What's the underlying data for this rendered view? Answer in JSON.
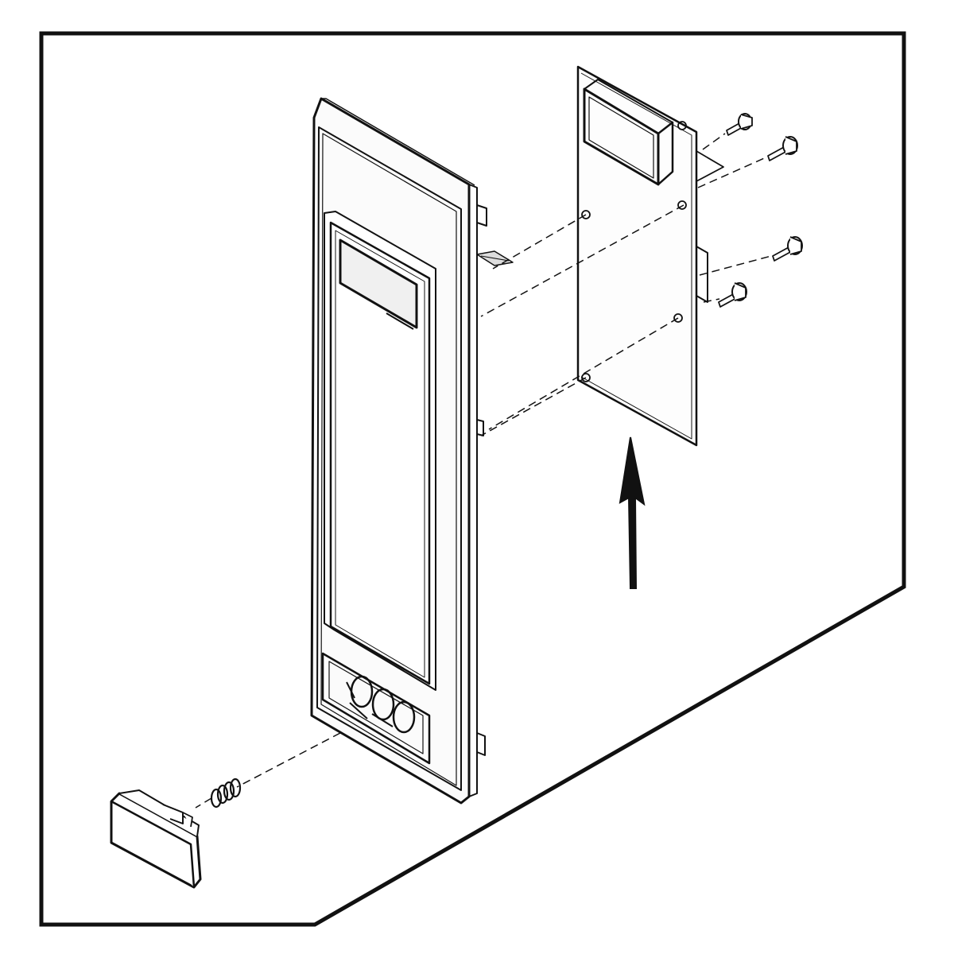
{
  "diagram": {
    "type": "exploded-assembly-drawing",
    "line_color": "#111111",
    "background": "#ffffff",
    "parts": [
      {
        "id": "control-panel-frame",
        "label": ""
      },
      {
        "id": "control-circuit-board",
        "label": ""
      },
      {
        "id": "mounting-screws",
        "count": 4,
        "label": ""
      },
      {
        "id": "spring",
        "label": ""
      },
      {
        "id": "door-release-button",
        "label": ""
      },
      {
        "id": "direction-arrow",
        "label": ""
      }
    ]
  }
}
